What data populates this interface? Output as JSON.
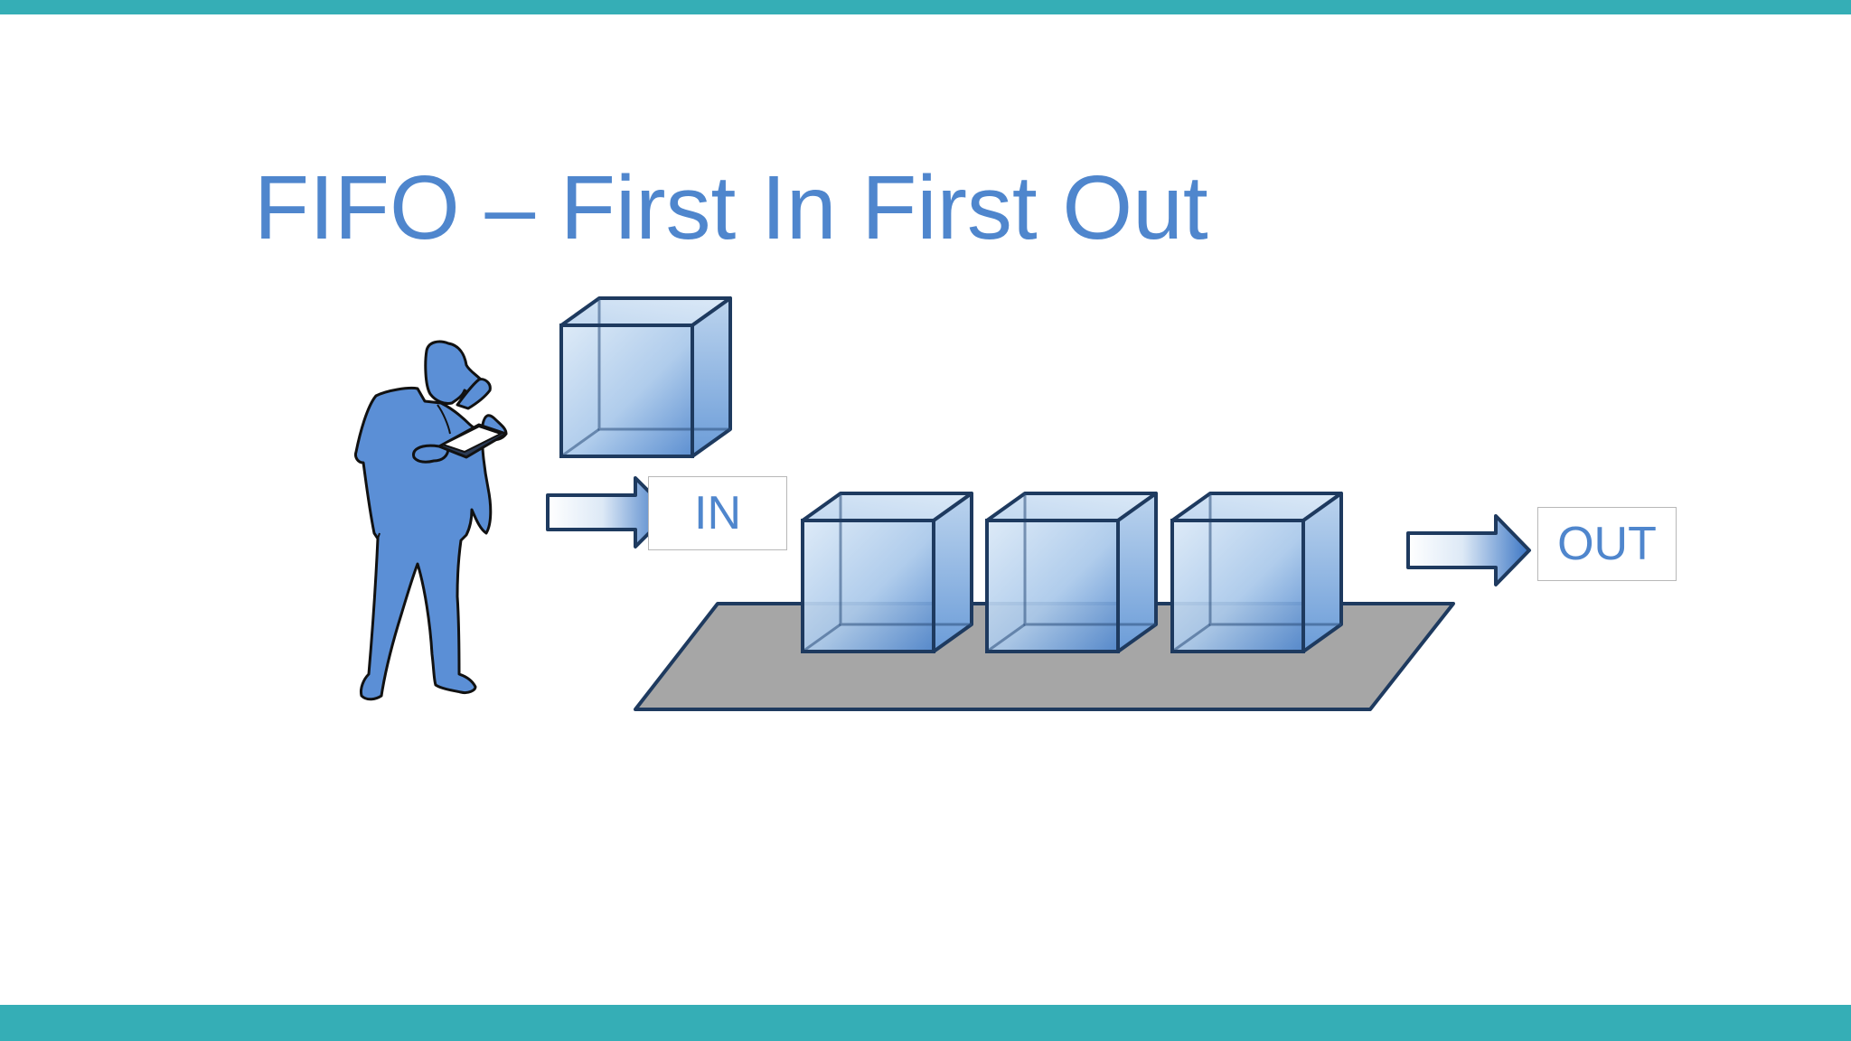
{
  "slide": {
    "title": "FIFO – First In First Out",
    "in_label": "IN",
    "out_label": "OUT"
  },
  "colors": {
    "accent_bar": "#35aeb6",
    "title_text": "#4f86cd",
    "person_fill": "#5b8fd6",
    "box_stroke": "#1e3a5f",
    "conveyor_fill": "#a6a6a6"
  },
  "icons": {
    "person": "person-reading-icon",
    "box": "cube-icon",
    "arrow": "right-arrow-icon"
  }
}
